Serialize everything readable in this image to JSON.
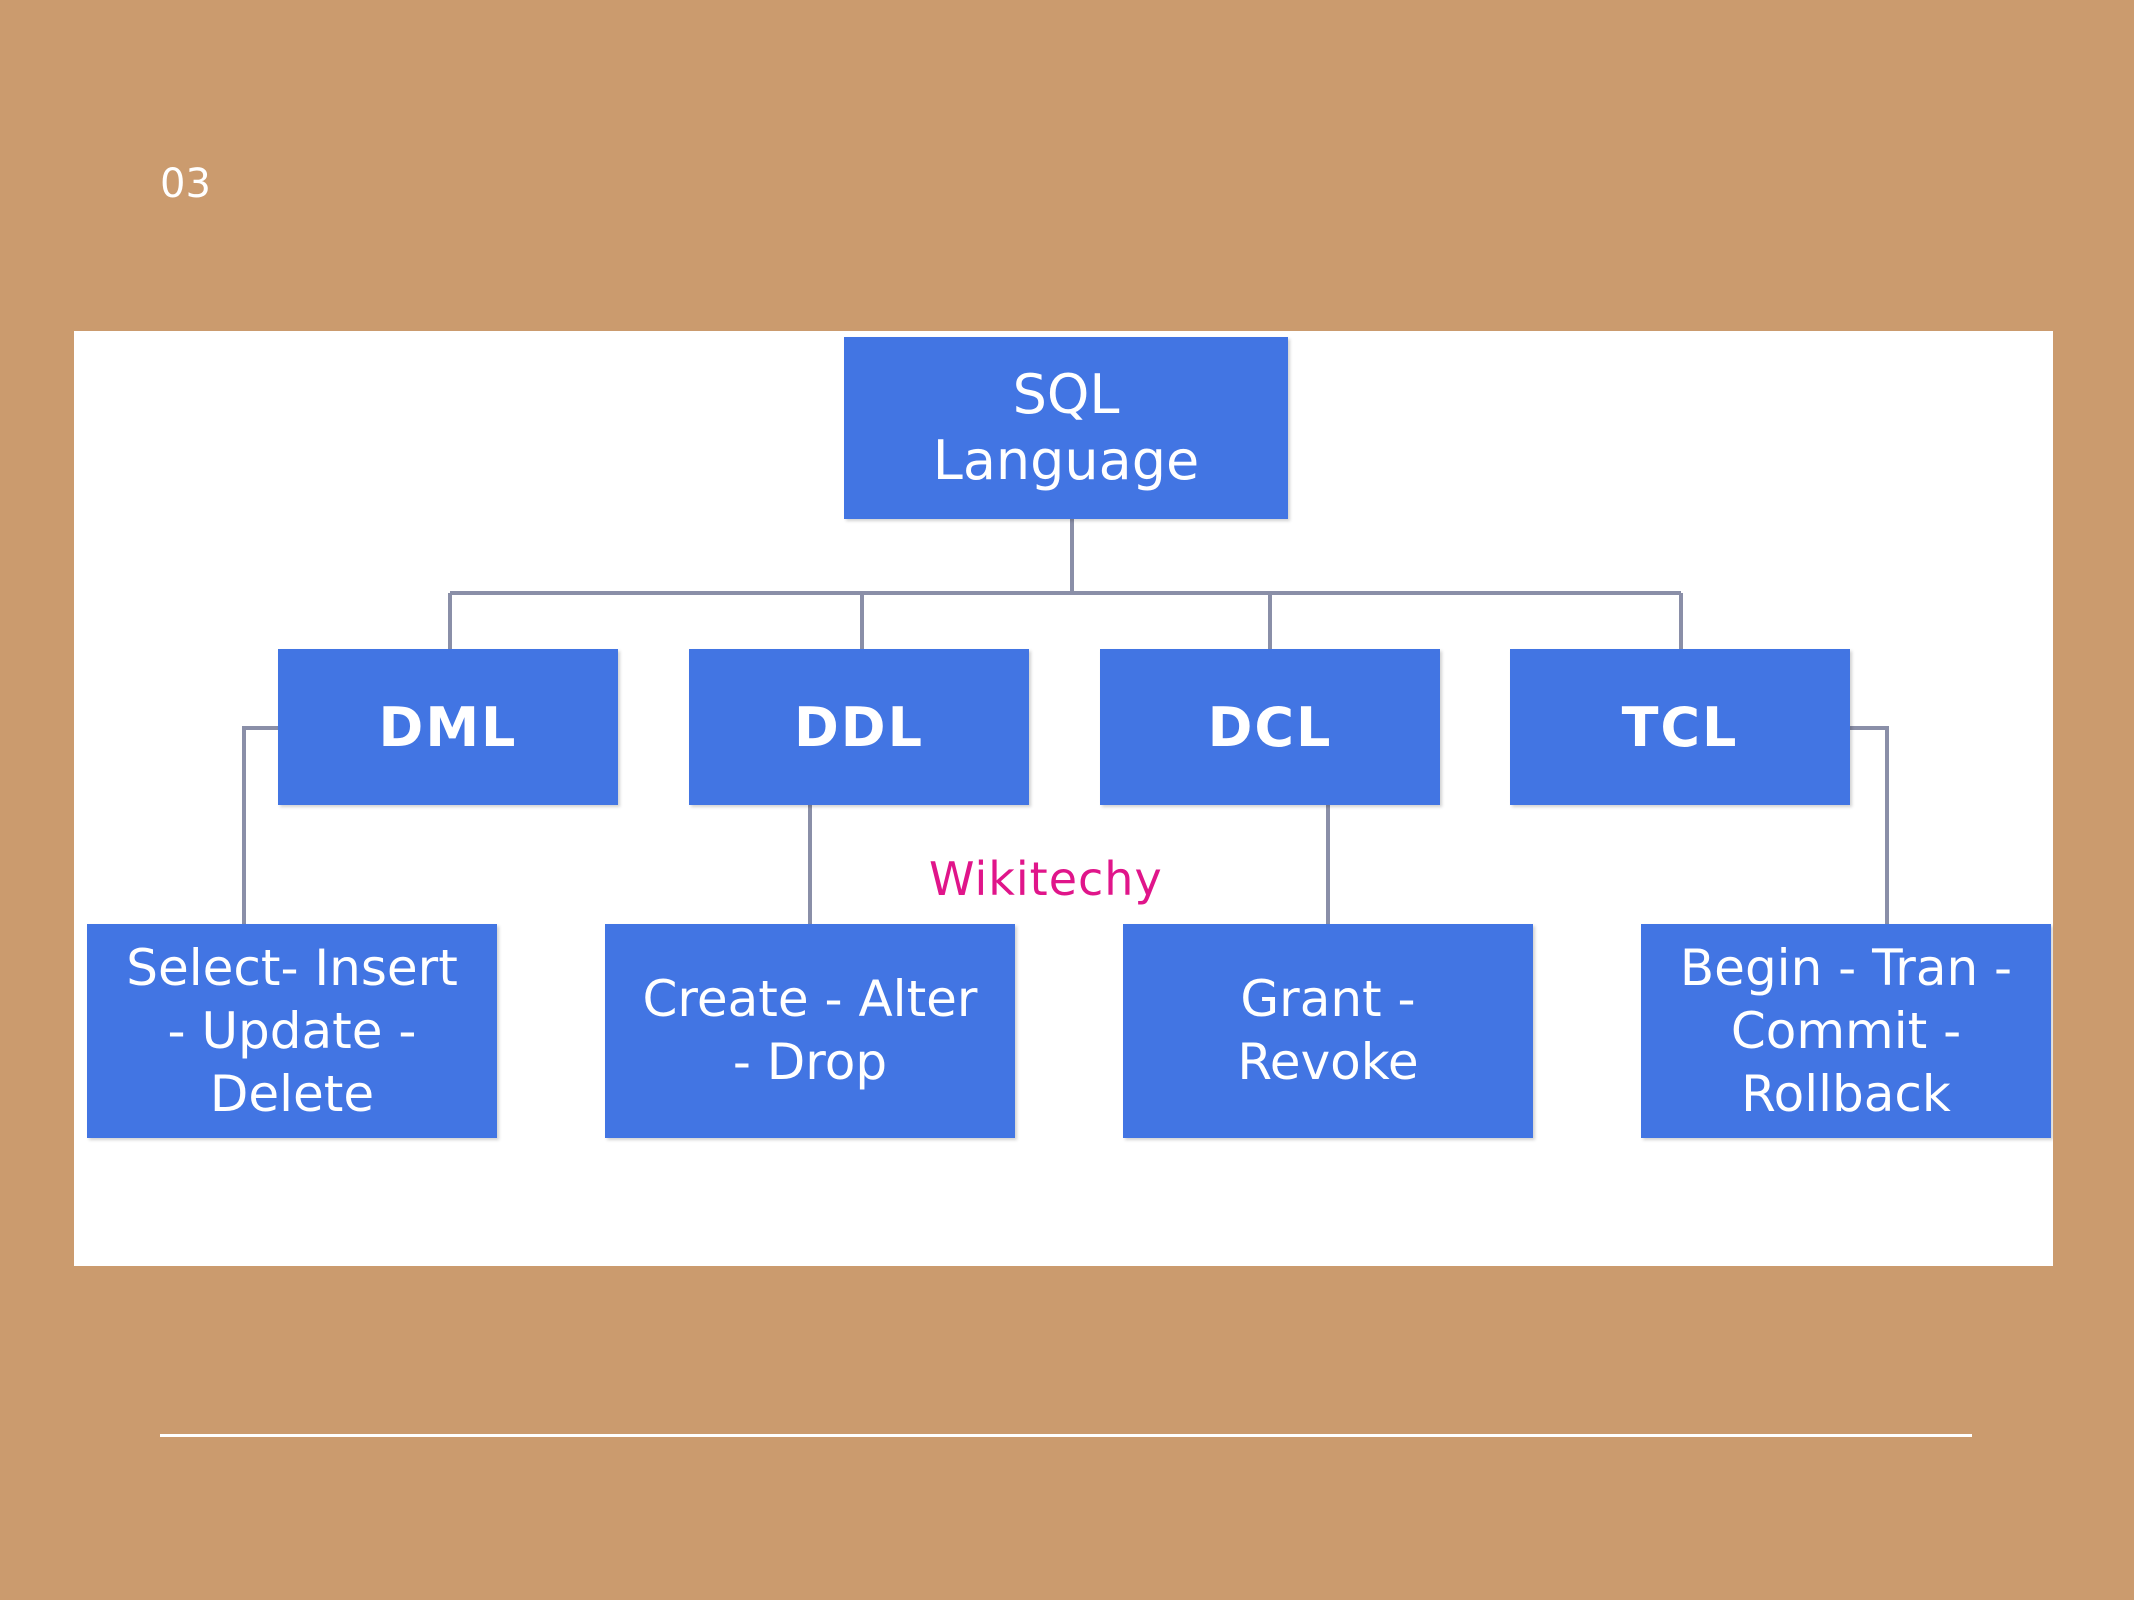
{
  "slide": {
    "number": "03"
  },
  "diagram": {
    "root": {
      "line1": "SQL",
      "line2": "Language"
    },
    "categories": [
      {
        "label": "DML"
      },
      {
        "label": "DDL"
      },
      {
        "label": "DCL"
      },
      {
        "label": "TCL"
      }
    ],
    "commands": [
      {
        "lines": [
          "Select- Insert",
          "- Update -",
          "Delete"
        ]
      },
      {
        "lines": [
          "Create - Alter",
          "- Drop"
        ]
      },
      {
        "lines": [
          "Grant -",
          "Revoke"
        ]
      },
      {
        "lines": [
          "Begin - Tran -",
          "Commit -",
          "Rollback"
        ]
      }
    ],
    "watermark": "Wikitechy"
  },
  "colors": {
    "background": "#cb9b6e",
    "node_fill": "#4275e3",
    "connector": "#8a8fa8",
    "watermark": "#e0158a"
  }
}
